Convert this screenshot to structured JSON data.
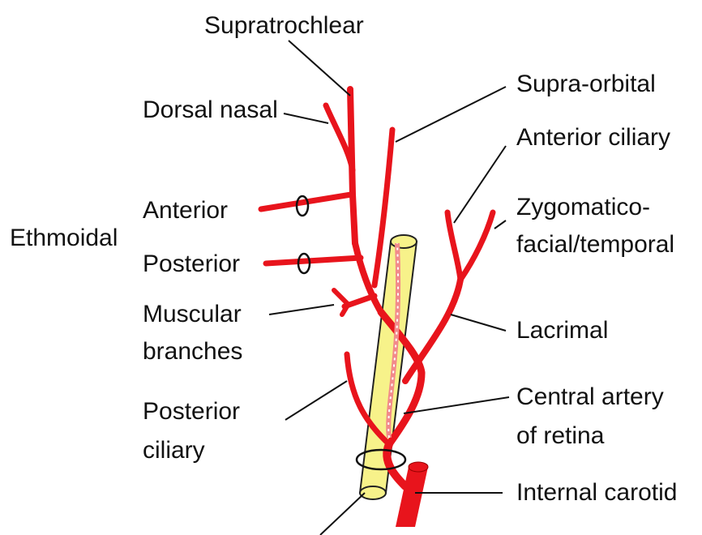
{
  "labels": {
    "supratrochlear": "Supratrochlear",
    "dorsal_nasal": "Dorsal nasal",
    "supra_orbital": "Supra-orbital",
    "anterior_ciliary": "Anterior ciliary",
    "ethmoidal": "Ethmoidal",
    "anterior": "Anterior",
    "posterior": "Posterior",
    "zygomatico_line1": "Zygomatico-",
    "zygomatico_line2": "facial/temporal",
    "muscular_line1": "Muscular",
    "muscular_line2": "branches",
    "lacrimal": "Lacrimal",
    "posterior_ciliary_line1": "Posterior",
    "posterior_ciliary_line2": "ciliary",
    "central_artery_line1": "Central artery",
    "central_artery_line2": "of retina",
    "internal_carotid": "Internal carotid"
  },
  "colors": {
    "artery": "#e8141c",
    "nerve_fill": "#f7f28a",
    "nerve_outline": "#222222",
    "central_artery": "#f28a8a",
    "leader_line": "#111111"
  }
}
